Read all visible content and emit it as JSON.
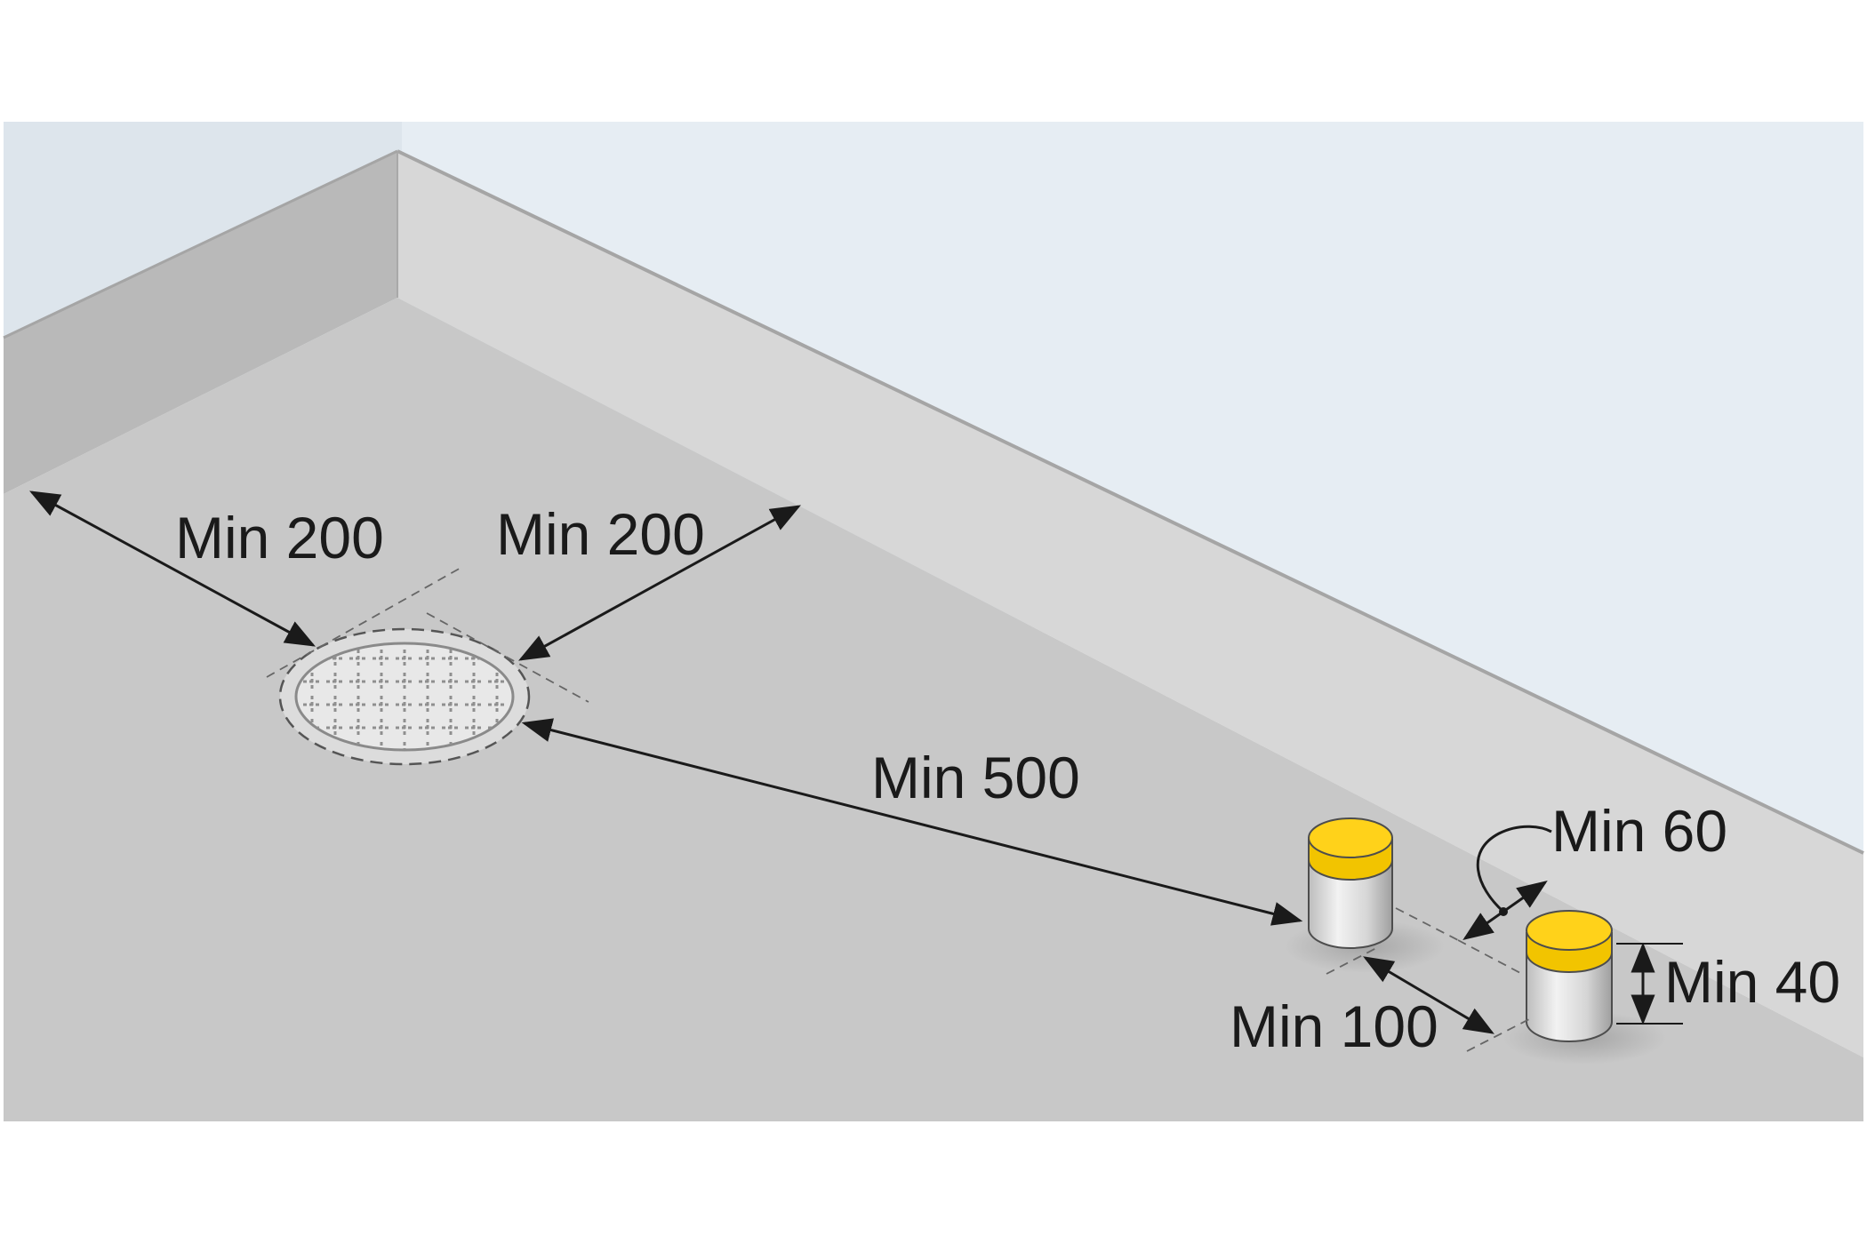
{
  "colors": {
    "background": "#ffffff",
    "wall_face": "#e6edf3",
    "wall_left": "#dde5ec",
    "parapet_top": "#d7d7d7",
    "parapet_side": "#b9b9b9",
    "floor": "#c8c8c8",
    "post_body": "#dcdcdc",
    "post_cap": "#ffd21a",
    "ink": "#1a1a1a"
  },
  "icons": {
    "drain": "floor-drain-icon",
    "post": "cylindrical-post-icon"
  },
  "labels": {
    "drain_left_clearance": "Min 200",
    "drain_right_clearance": "Min 200",
    "drain_to_post": "Min 500",
    "post_to_post": "Min 100",
    "post_to_wall": "Min 60",
    "post_height": "Min 40"
  }
}
